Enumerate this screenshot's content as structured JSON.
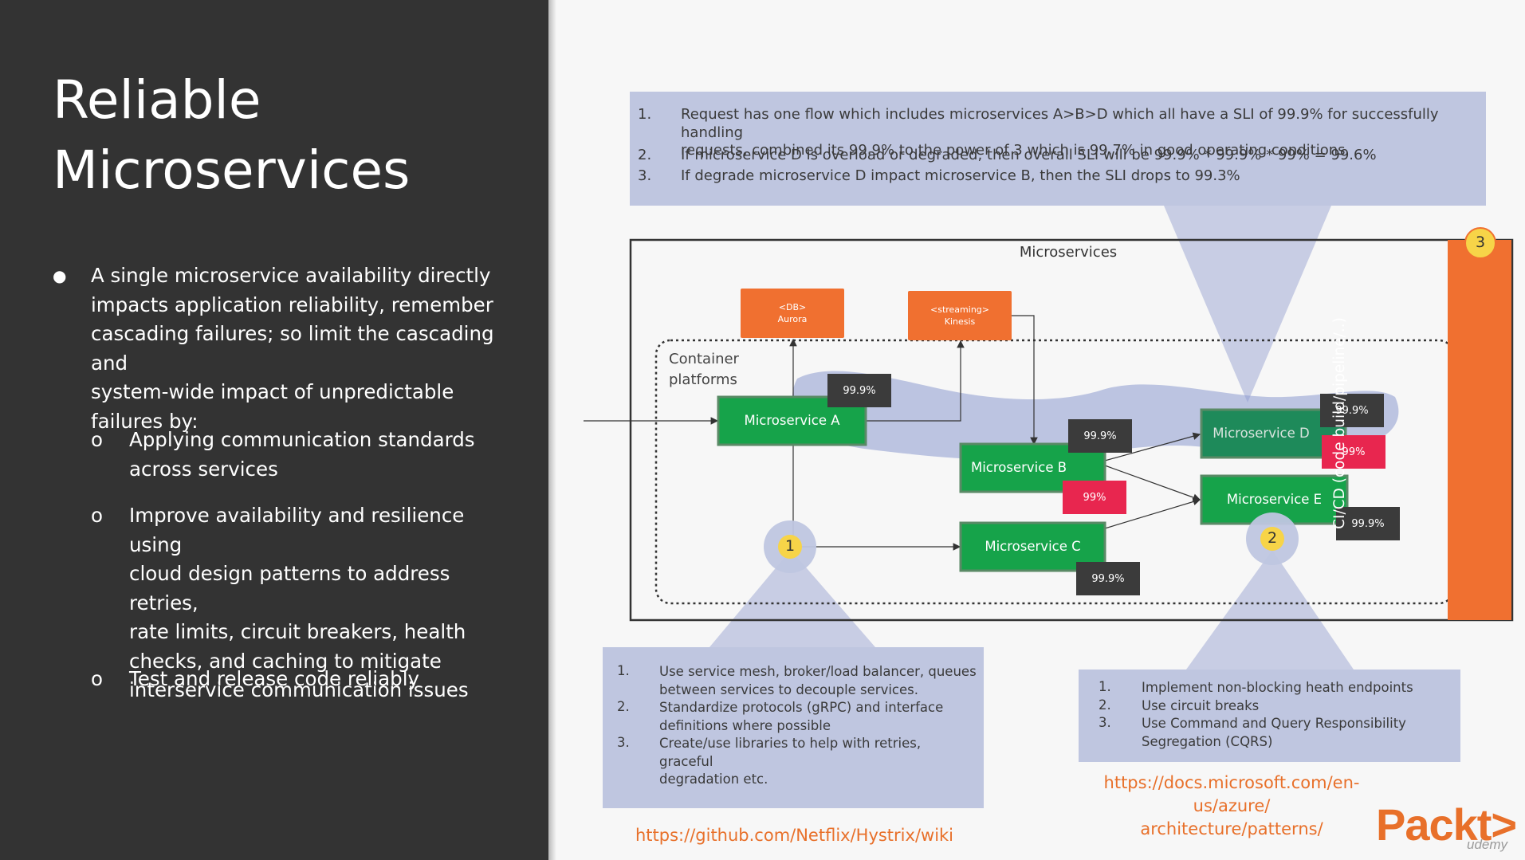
{
  "slide": {
    "title_line1": "Reliable",
    "title_line2": "Microservices"
  },
  "bullets": {
    "main_marker": "●",
    "main_lines": [
      "A single microservice availability directly",
      "impacts application reliability, remember",
      "cascading failures; so limit the cascading and",
      "system-wide impact of unpredictable",
      "failures by:"
    ],
    "sub_marker": "o",
    "sub1_lines": [
      "Applying communication standards",
      "across services"
    ],
    "sub2_lines": [
      "Improve availability and resilience using",
      "cloud design patterns to address retries,",
      "rate limits, circuit breakers, health",
      "checks, and caching to mitigate",
      "interservice communication issues"
    ],
    "sub3_lines": [
      "Test and release code reliably"
    ]
  },
  "top_callout": {
    "n1": "1.",
    "t1a": "Request  has one flow which includes microservices  A>B>D which all have a SLI of 99.9% for successfully handling",
    "t1b": "requests,  combined its 99.9% to the power of 3 which is 99.7%  in good operating conditions",
    "n2": "2.",
    "t2": "If microservice  D is overload  or degraded,  then overall SLI will be 99.9% * 99.9% * 99% = 99.6%",
    "n3": "3.",
    "t3": "If degrade microservice  D impact microservice  B, then the SLI drops to 99.3%"
  },
  "diagram": {
    "microservices_title": "Microservices",
    "container_label_line1": "Container",
    "container_label_line2": "platforms",
    "cicd_label": "CI/CD (code build/pipeline/..)",
    "db_line1": "<DB>",
    "db_line2": "Aurora",
    "stream_line1": "<streaming>",
    "stream_line2": "Kinesis",
    "svc_a": "Microservice A",
    "svc_b": "Microservice B",
    "svc_c": "Microservice C",
    "svc_d": "Microservice D",
    "svc_e": "Microservice E",
    "pct_a": "99.9%",
    "pct_b": "99.9%",
    "pct_b_degraded": "99%",
    "pct_c": "99.9%",
    "pct_d": "99.9%",
    "pct_d_degraded": "99%",
    "pct_e": "99.9%",
    "badge1": "1",
    "badge2": "2",
    "badge3": "3"
  },
  "left_callout": {
    "n1": "1.",
    "t1a": "Use service mesh, broker/load balancer, queues",
    "t1b": "between services to decouple services.",
    "n2": "2.",
    "t2a": "Standardize protocols (gRPC) and interface",
    "t2b": "definitions where possible",
    "n3": "3.",
    "t3a": "Create/use libraries to help with retries, graceful",
    "t3b": "degradation etc."
  },
  "right_callout": {
    "n1": "1.",
    "t1": "Implement non-blocking heath endpoints",
    "n2": "2.",
    "t2": "Use circuit breaks",
    "n3": "3.",
    "t3a": "Use Command and Query Responsibility",
    "t3b": "Segregation  (CQRS)"
  },
  "links": {
    "hystrix": "https://github.com/Netflix/Hystrix/wiki",
    "msdocs_line1": "https://docs.microsoft.com/en-us/azure/",
    "msdocs_line2": "architecture/patterns/"
  },
  "branding": {
    "packt": "Packt>",
    "udemy": "udemy"
  },
  "colors": {
    "left_panel": "#333333",
    "green": "#16a34a",
    "orange": "#f07030",
    "red": "#e8264f",
    "dark_box": "#3b3b3b",
    "callout": "#bfc6e0",
    "badge": "#f7d448",
    "link": "#e8702a"
  }
}
